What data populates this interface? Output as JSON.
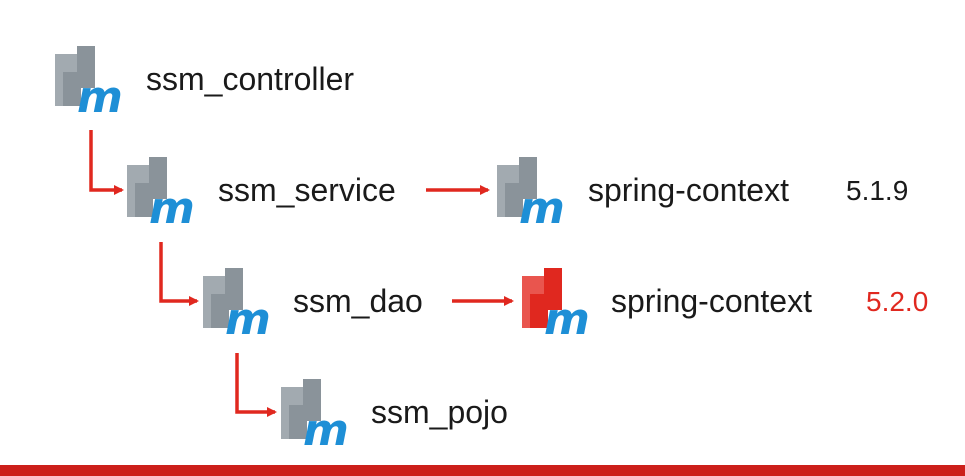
{
  "colors": {
    "arrow": "#e0281f",
    "icon_gray": "#8a939a",
    "icon_gray_light": "#b6bdc3",
    "icon_conflict": "#e0281f",
    "icon_conflict_light": "#f07a74",
    "icon_letter": "#1e8fd6",
    "version_normal": "#1a1a1a",
    "version_conflict": "#e0281f",
    "bottom_bar": "#cc1f1a"
  },
  "icon_names": {
    "module": "maven-module-icon",
    "conflict": "maven-conflict-icon"
  },
  "icon_letter": "m",
  "modules": {
    "controller": "ssm_controller",
    "service": "ssm_service",
    "dao": "ssm_dao",
    "pojo": "ssm_pojo"
  },
  "dependencies": {
    "service_dep": {
      "name": "spring-context",
      "version": "5.1.9"
    },
    "dao_dep": {
      "name": "spring-context",
      "version": "5.2.0"
    }
  }
}
